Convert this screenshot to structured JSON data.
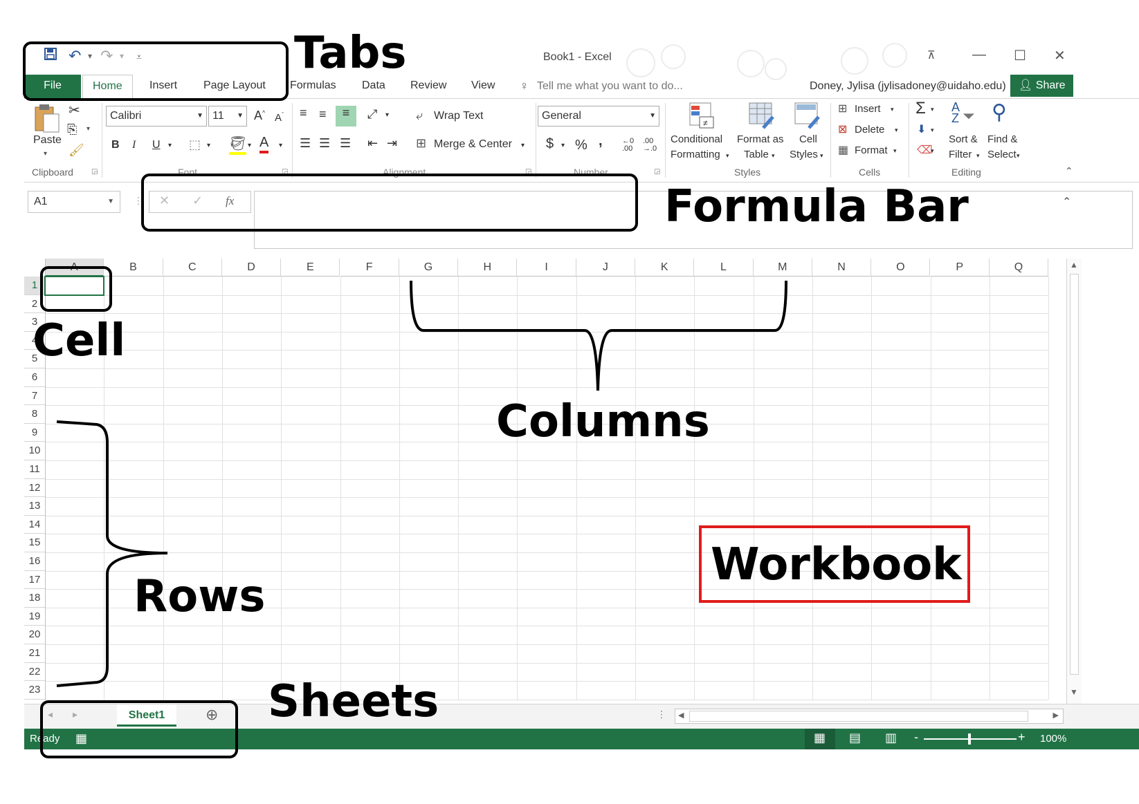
{
  "window": {
    "title": "Book1 - Excel",
    "user": "Doney, Jylisa (jylisadoney@uidaho.edu)",
    "share_label": "Share",
    "tell_me_placeholder": "Tell me what you want to do..."
  },
  "tabs": [
    "File",
    "Home",
    "Insert",
    "Page Layout",
    "Formulas",
    "Data",
    "Review",
    "View"
  ],
  "ribbon": {
    "clipboard": {
      "paste": "Paste",
      "label": "Clipboard"
    },
    "font": {
      "name": "Calibri",
      "size": "11",
      "bold": "B",
      "italic": "I",
      "underline": "U",
      "label": "Font"
    },
    "alignment": {
      "wrap": "Wrap Text",
      "merge": "Merge & Center",
      "label": "Alignment"
    },
    "number": {
      "format": "General",
      "currency": "$",
      "percent": "%",
      "comma": ",",
      "label": "Number"
    },
    "styles": {
      "conditional_1": "Conditional",
      "conditional_2": "Formatting",
      "format_as_1": "Format as",
      "format_as_2": "Table",
      "cell_styles_1": "Cell",
      "cell_styles_2": "Styles",
      "label": "Styles"
    },
    "cells": {
      "insert": "Insert",
      "delete": "Delete",
      "format": "Format",
      "label": "Cells"
    },
    "editing": {
      "sort_1": "Sort &",
      "sort_2": "Filter",
      "find_1": "Find &",
      "find_2": "Select",
      "label": "Editing"
    }
  },
  "formula_bar": {
    "name_box": "A1",
    "fx": "fx"
  },
  "columns": [
    "A",
    "B",
    "C",
    "D",
    "E",
    "F",
    "G",
    "H",
    "I",
    "J",
    "K",
    "L",
    "M",
    "N",
    "O",
    "P",
    "Q"
  ],
  "rows": [
    "1",
    "2",
    "3",
    "4",
    "5",
    "6",
    "7",
    "8",
    "9",
    "10",
    "11",
    "12",
    "13",
    "14",
    "15",
    "16",
    "17",
    "18",
    "19",
    "20",
    "21",
    "22",
    "23"
  ],
  "sheets": [
    "Sheet1"
  ],
  "status": {
    "ready": "Ready",
    "zoom": "100%"
  },
  "annotations": {
    "tabs": "Tabs",
    "formula_bar": "Formula Bar",
    "cell": "Cell",
    "columns": "Columns",
    "rows": "Rows",
    "workbook": "Workbook",
    "sheets": "Sheets"
  },
  "colors": {
    "excel_green": "#217346",
    "annotation_red": "#e01b1b"
  }
}
